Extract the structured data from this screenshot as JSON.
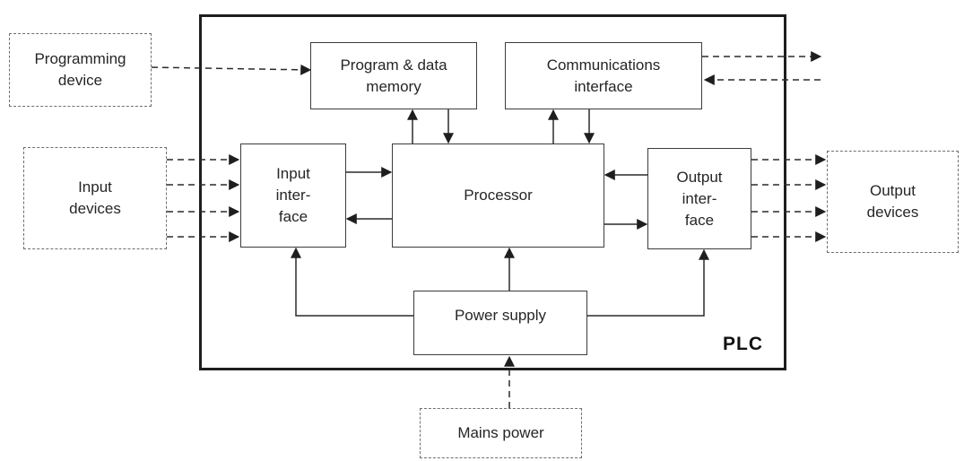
{
  "diagram": {
    "plc_label": "PLC",
    "programming_device": "Programming\ndevice",
    "program_data_memory": "Program & data\nmemory",
    "communications_interface": "Communications\ninterface",
    "input_devices": "Input\ndevices",
    "input_interface": "Input\ninter-\nface",
    "processor": "Processor",
    "output_interface": "Output\ninter-\nface",
    "output_devices": "Output\ndevices",
    "power_supply": "Power supply",
    "mains_power": "Mains power"
  }
}
